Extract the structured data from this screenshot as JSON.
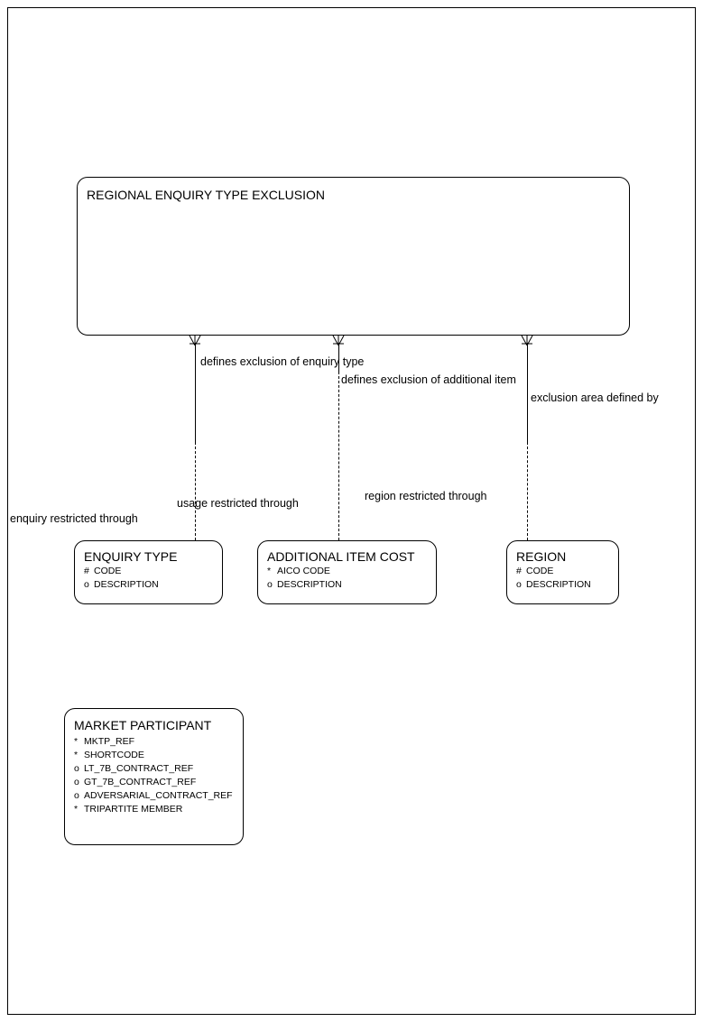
{
  "diagram": {
    "type": "entity-relationship-diagram",
    "title": "",
    "page_border": true
  },
  "entities": [
    {
      "id": "regional-enquiry-type-exclusion",
      "name": "REGIONAL ENQUIRY TYPE EXCLUSION",
      "attributes": []
    },
    {
      "id": "enquiry-type",
      "name": "ENQUIRY TYPE",
      "attributes": [
        {
          "mark": "#",
          "label": "CODE"
        },
        {
          "mark": "o",
          "label": "DESCRIPTION"
        }
      ]
    },
    {
      "id": "additional-item-cost",
      "name": "ADDITIONAL ITEM COST",
      "attributes": [
        {
          "mark": "*",
          "label": "AICO CODE"
        },
        {
          "mark": "o",
          "label": "DESCRIPTION"
        }
      ]
    },
    {
      "id": "region",
      "name": "REGION",
      "attributes": [
        {
          "mark": "#",
          "label": "CODE"
        },
        {
          "mark": "o",
          "label": "DESCRIPTION"
        }
      ]
    },
    {
      "id": "market-participant",
      "name": "MARKET PARTICIPANT",
      "attributes": [
        {
          "mark": "*",
          "label": "MKTP_REF"
        },
        {
          "mark": "*",
          "label": "SHORTCODE"
        },
        {
          "mark": "o",
          "label": "LT_7B_CONTRACT_REF"
        },
        {
          "mark": "o",
          "label": "GT_7B_CONTRACT_REF"
        },
        {
          "mark": "o",
          "label": "ADVERSARIAL_CONTRACT_REF"
        },
        {
          "mark": "*",
          "label": "TRIPARTITE MEMBER"
        }
      ]
    }
  ],
  "relationships": [
    {
      "id": "rel-enquiry-type",
      "from": "regional-enquiry-type-exclusion",
      "to": "enquiry-type",
      "label_from": "defines exclusion of enquiry type",
      "label_to": "enquiry restricted through"
    },
    {
      "id": "rel-additional-item",
      "from": "regional-enquiry-type-exclusion",
      "to": "additional-item-cost",
      "label_from": "defines exclusion of additional item",
      "label_to": "usage restricted through"
    },
    {
      "id": "rel-region",
      "from": "regional-enquiry-type-exclusion",
      "to": "region",
      "label_from": "exclusion area defined by",
      "label_to": "region restricted through"
    }
  ],
  "labels": {
    "defines_exclusion_of_enquiry_type": "defines exclusion of enquiry type",
    "defines_exclusion_of_additional_item": "defines exclusion of additional item",
    "exclusion_area_defined_by": "exclusion area defined by",
    "enquiry_restricted_through": "enquiry restricted through",
    "usage_restricted_through": "usage restricted through",
    "region_restricted_through": "region restricted through"
  },
  "colors": {
    "stroke": "#000000",
    "background": "#ffffff",
    "text": "#000000"
  }
}
